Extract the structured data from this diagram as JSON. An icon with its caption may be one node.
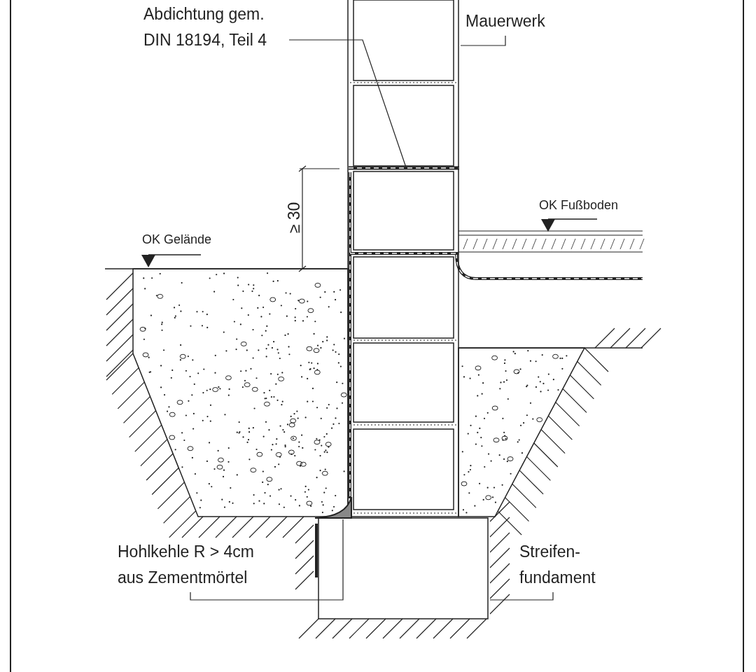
{
  "diagram": {
    "nodes": [
      {
        "text": [
          "Abdichtung gem. DIN 18194, Teil 4"
        ]
      },
      {
        "text": [],
        "shape": "bar",
        "in": 3
      },
      {
        "text": [
          "Mauerwerk"
        ]
      },
      {
        "text": [],
        "shape": "box"
      },
      {
        "text": [
          "Hohlkehle R > 4cm aus Zementmörtel"
        ]
      },
      {
        "text": [],
        "shape": "picture"
      },
      {
        "text": [
          "Streifen- fundament"
        ]
      },
      {
        "text": [],
        "shape": "box"
      }
    ],
    "edges": [
      {
        "from": 0,
        "to": 1,
        "arrow": "none"
      },
      {
        "from": 2,
        "to": 3,
        "arrow": "none"
      },
      {
        "from": 4,
        "to": 5,
        "arrow": "none"
      },
      {
        "from": 6,
        "to": 7,
        "arrow": "none"
      }
    ],
    "labels": [
      "OK Gelände",
      "OK Fußboden",
      "≥ 30"
    ]
  }
}
